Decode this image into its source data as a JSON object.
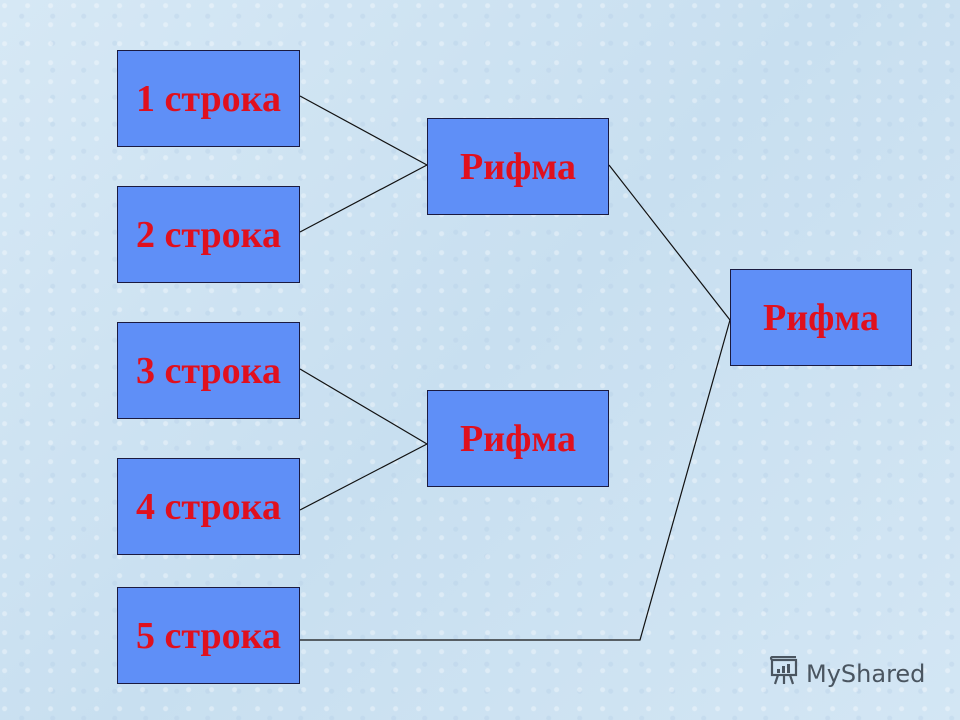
{
  "diagram": {
    "lines_boxes": [
      {
        "label": "1 строка"
      },
      {
        "label": "2 строка"
      },
      {
        "label": "3 строка"
      },
      {
        "label": "4 строка"
      },
      {
        "label": "5 строка"
      }
    ],
    "rhyme_boxes": [
      {
        "label": "Рифма"
      },
      {
        "label": "Рифма"
      },
      {
        "label": "Рифма"
      }
    ],
    "connections": [
      {
        "from": "1 строка",
        "to": "Рифма (1)"
      },
      {
        "from": "2 строка",
        "to": "Рифма (1)"
      },
      {
        "from": "3 строка",
        "to": "Рифма (2)"
      },
      {
        "from": "4 строка",
        "to": "Рифма (2)"
      },
      {
        "from": "Рифма (1)",
        "to": "Рифма (3)"
      },
      {
        "from": "5 строка",
        "to": "Рифма (3)"
      }
    ],
    "colors": {
      "box_fill": "#5f8ff7",
      "text": "#e0101e",
      "border": "#1a1a40",
      "line": "#111111"
    }
  },
  "watermark": {
    "text": "MyShared",
    "icon": "presentation-board-icon"
  }
}
